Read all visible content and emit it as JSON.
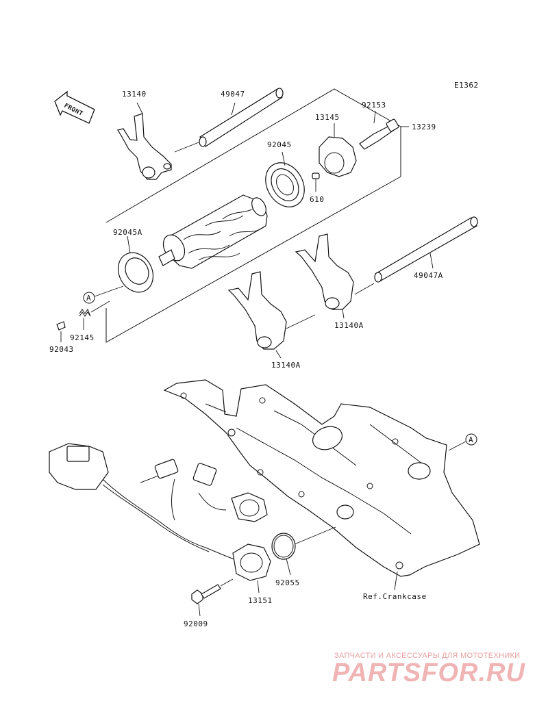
{
  "diagram_code": "E1362",
  "front_label": "FRONT",
  "callouts": {
    "p13140": "13140",
    "p49047": "49047",
    "p92045": "92045",
    "p13145": "13145",
    "p92153": "92153",
    "p13239": "13239",
    "p610": "610",
    "p92045A": "92045A",
    "p49047A": "49047A",
    "p13140A_a": "13140A",
    "p13140A_b": "13140A",
    "p92145": "92145",
    "p92043": "92043",
    "p92055": "92055",
    "p13151": "13151",
    "p92009": "92009",
    "ref_crankcase": "Ref.Crankcase"
  },
  "ref_marks": {
    "a_left": "A",
    "a_right": "A"
  },
  "watermark": {
    "tagline": "ЗАПЧАСТИ И АКСЕССУАРЫ ДЛЯ МОТОТЕХНИКИ",
    "brand": "PARTSFOR.RU",
    "color": "#f0b4b4"
  }
}
